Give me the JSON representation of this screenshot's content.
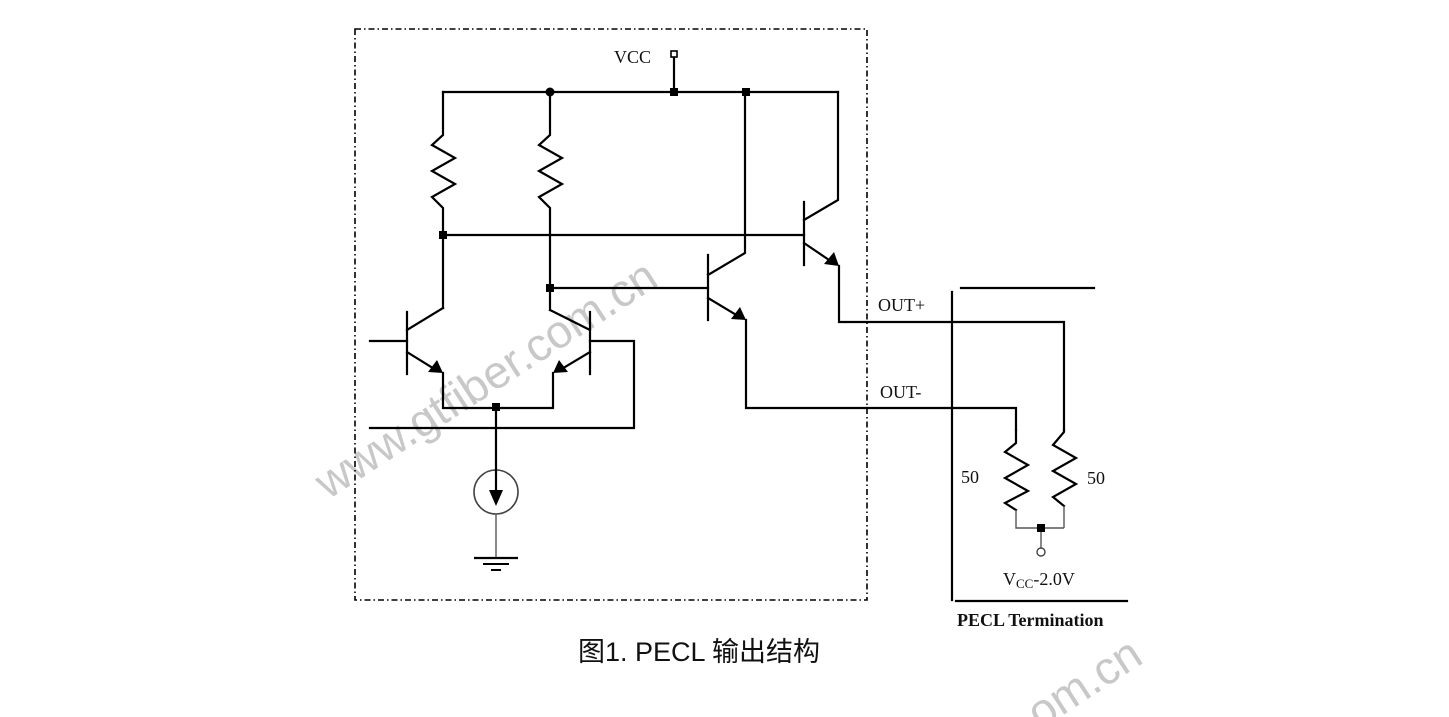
{
  "diagram": {
    "labels": {
      "vcc": "VCC",
      "out_plus": "OUT+",
      "out_minus": "OUT-",
      "r1_value": "50",
      "r2_value": "50",
      "vtt_main": "V",
      "vtt_sub": "CC",
      "vtt_rest": "-2.0V",
      "termination": "PECL Termination"
    },
    "caption": "图1. PECL 输出结构",
    "watermarks": [
      "www.gtfiber.com.cn",
      "om.cn"
    ]
  }
}
